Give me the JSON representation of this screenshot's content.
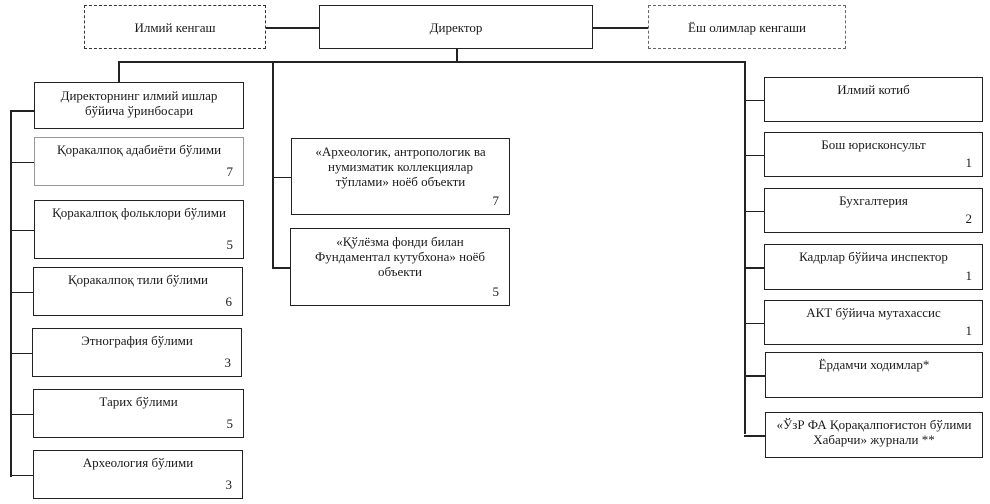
{
  "top": {
    "left": "Илмий кенгаш",
    "center": "Директор",
    "right": "Ёш олимлар кенгаши"
  },
  "left_branch": {
    "deputy": "Директорнинг илмий ишлар бўйича ўринбосари",
    "departments": [
      {
        "label": "Қоракалпоқ адабиёти бўлими",
        "count": "7"
      },
      {
        "label": "Қоракалпоқ фольклори бўлими",
        "count": "5"
      },
      {
        "label": "Қоракалпоқ тили бўлими",
        "count": "6"
      },
      {
        "label": "Этнография бўлими",
        "count": "3"
      },
      {
        "label": "Тарих бўлими",
        "count": "5"
      },
      {
        "label": "Археология бўлими",
        "count": "3"
      }
    ]
  },
  "middle_branch": [
    {
      "label": "«Археологик, антропологик ва нумизматик коллекциялар тўплами» ноёб объекти",
      "count": "7"
    },
    {
      "label": "«Қўлёзма фонди билан Фундаментал кутубхона» ноёб объекти",
      "count": "5"
    }
  ],
  "right_branch": [
    {
      "label": "Илмий котиб",
      "count": ""
    },
    {
      "label": "Бош юрисконсульт",
      "count": "1"
    },
    {
      "label": "Бухгалтерия",
      "count": "2"
    },
    {
      "label": "Кадрлар бўйича инспектор",
      "count": "1"
    },
    {
      "label": "АКТ бўйича мутахассис",
      "count": "1"
    },
    {
      "label": "Ёрдамчи ходимлар*",
      "count": ""
    },
    {
      "label": "«ЎзР ФА Қорақалпоғистон бўлими Хабарчи» журнали **",
      "count": ""
    }
  ]
}
